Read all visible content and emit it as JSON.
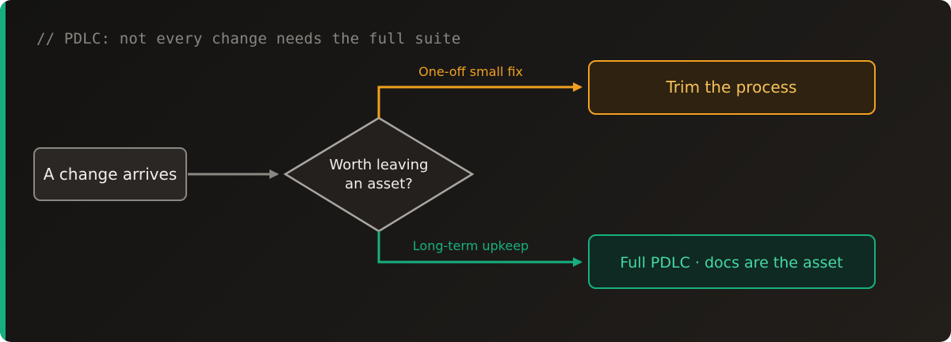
{
  "header": {
    "comment": "// PDLC: not every change needs the full suite"
  },
  "diagram": {
    "start": "A change arrives",
    "decision": {
      "line1": "Worth leaving",
      "line2": "an asset?"
    },
    "branch_top": {
      "edge_label": "One-off small fix",
      "outcome": "Trim the process"
    },
    "branch_bottom": {
      "edge_label": "Long-term upkeep",
      "outcome": "Full PDLC · docs are the asset"
    }
  },
  "colors": {
    "accent_green": "#16b07f",
    "accent_orange": "#f0a020",
    "neutral_stroke": "#8b8782"
  }
}
